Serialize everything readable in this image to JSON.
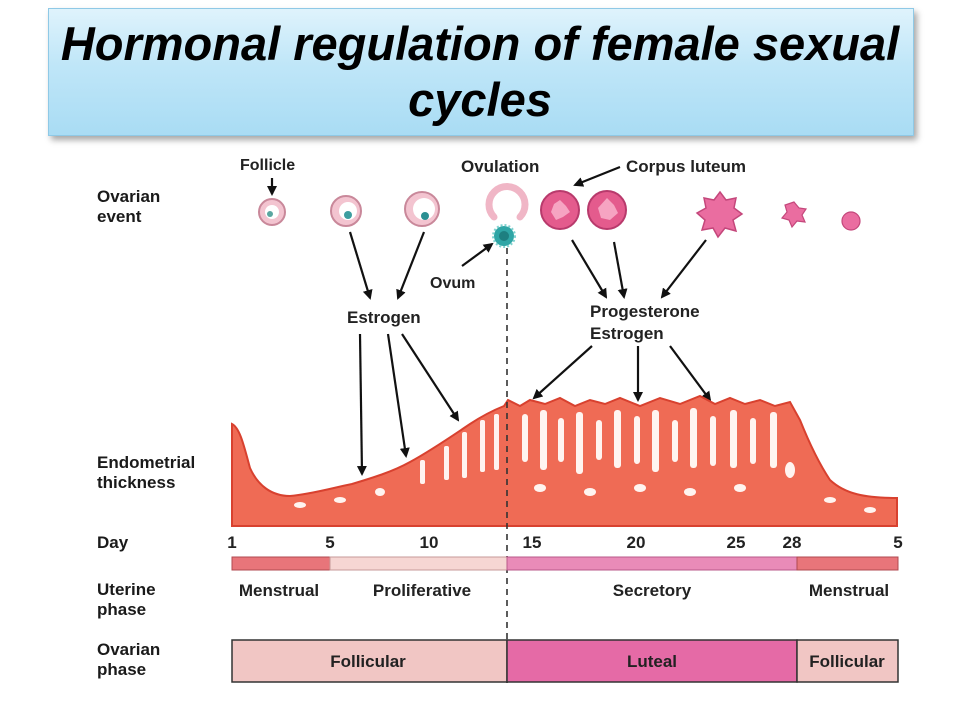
{
  "title": "Hormonal regulation of female sexual cycles",
  "row_labels": {
    "ovarian_event": [
      "Ovarian",
      "event"
    ],
    "endometrial_thickness": [
      "Endometrial",
      "thickness"
    ],
    "day": "Day",
    "uterine_phase": [
      "Uterine",
      "phase"
    ],
    "ovarian_phase": [
      "Ovarian",
      "phase"
    ]
  },
  "annotations": {
    "follicle": "Follicle",
    "ovulation": "Ovulation",
    "corpus_luteum": "Corpus luteum",
    "ovum": "Ovum",
    "estrogen": "Estrogen",
    "progesterone_estrogen": [
      "Progesterone",
      "Estrogen"
    ]
  },
  "day_ticks": [
    "1",
    "5",
    "10",
    "15",
    "20",
    "25",
    "28",
    "5"
  ],
  "uterine_phases": [
    "Menstrual",
    "Proliferative",
    "Secretory",
    "Menstrual"
  ],
  "ovarian_phases": [
    "Follicular",
    "Luteal",
    "Follicular"
  ],
  "colors": {
    "title_bg": "#bfe6f8",
    "endometrium": "#ef6b55",
    "endometrium_dark": "#d8412f",
    "menstrual": "#e8757a",
    "proliferative": "#f6d6d3",
    "secretory": "#e98bb8",
    "luteal": "#e56aa6",
    "follicular": "#f1c6c4",
    "follicle": "#f3c4d0",
    "corpus_luteum": "#e45b8d",
    "ovum": "#2fa6a6"
  }
}
